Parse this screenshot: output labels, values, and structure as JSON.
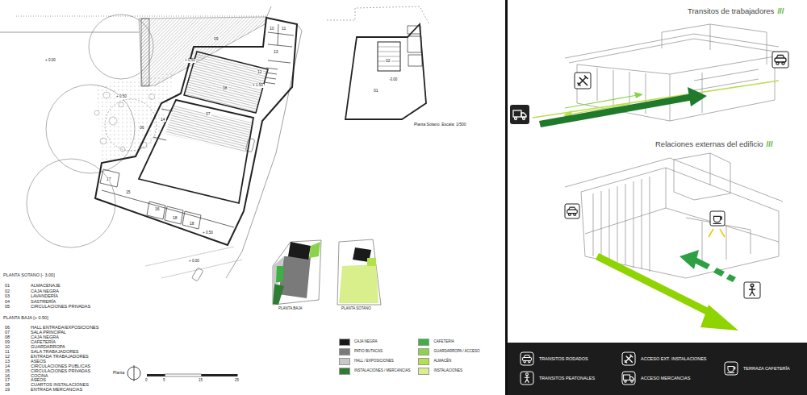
{
  "diagram": {
    "labels": [
      "+ 0.00",
      "09",
      "10",
      "11",
      "+ 0.50",
      "13",
      "12",
      "08",
      "+ 1.50",
      "+ 0.50",
      "14",
      "06",
      "07",
      "17",
      "15",
      "16",
      "18",
      "18",
      "+ 0.50",
      "+ 0.00",
      "02",
      "-3.00",
      "01",
      "Planta Sotano. Escala: 1/500",
      "PLANTA SOTANO [- 3.00]",
      "01",
      "ALMACENAJE",
      "02",
      "CAJA NEGRA",
      "03",
      "LAVANDERÍA",
      "04",
      "SASTRERÍA",
      "05",
      "CIRCULACIONES PRIVADAS",
      "PLANTA BAJA [+ 0.50]",
      "06",
      "HALL ENTRADA/EXPOSICIONES",
      "07",
      "SALA PRINCIPAL",
      "08",
      "CAJA NEGRA",
      "09",
      "CAFETERÍA",
      "10",
      "GUARDARROPA",
      "11",
      "SALA TRABAJADORES",
      "12",
      "ENTRADA TRABAJADORES",
      "13",
      "ASEOS",
      "14",
      "CIRCULACIONES PUBLICAS",
      "15",
      "CIRCULACIONES PRIVADAS",
      "16",
      "COCINA",
      "17",
      "ASEOS",
      "18",
      "CUARTOS INSTALACIONES",
      "19",
      "ENTRADA MERCANCIAS",
      "Planta",
      "0",
      "5",
      "15",
      "25",
      "PLANTA BAJA",
      "PLANTA SOTANO",
      "Transitos de trabajadores",
      "///",
      "Relaciones externas del edificio",
      "///"
    ],
    "legend": [
      {
        "text": "CAJA NEGRA",
        "color": "#1a1a1a"
      },
      {
        "text": "PATIO BUTACAS",
        "color": "#7a7a7a"
      },
      {
        "text": "HALL / EXPOSICIONES",
        "color": "#c8c8c8"
      },
      {
        "text": "INSTALACIONES / MERCANCIAS",
        "color": "#2e7d32"
      },
      {
        "text": "CAFETERIA",
        "color": "#3cb043"
      },
      {
        "text": "GUARDARROPA / ACCESO",
        "color": "#8bd34a"
      },
      {
        "text": "ALMACÉN",
        "color": "#b4e04a"
      },
      {
        "text": "INSTALACIONES",
        "color": "#d8ef8c"
      },
      {
        "text": "TRANSITOS RODADOS"
      },
      {
        "text": "ACCESO EXT. INSTALACIONES"
      },
      {
        "text": "TRANSITOS PEATONALES"
      },
      {
        "text": "ACCESO MERCANCIAS"
      },
      {
        "text": "TERRAZA CAFETERÍA"
      }
    ]
  }
}
